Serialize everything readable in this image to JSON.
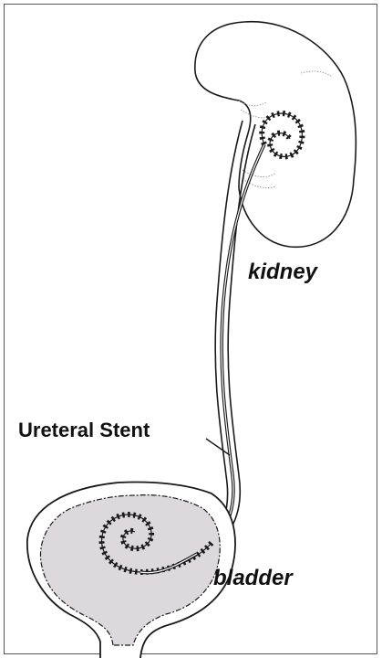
{
  "diagram": {
    "labels": {
      "kidney": "kidney",
      "stent": "Ureteral Stent",
      "bladder": "bladder"
    },
    "colors": {
      "line": "#1a1a1a",
      "bladder_fill": "#dcd8dc",
      "frame": "#555555"
    }
  }
}
